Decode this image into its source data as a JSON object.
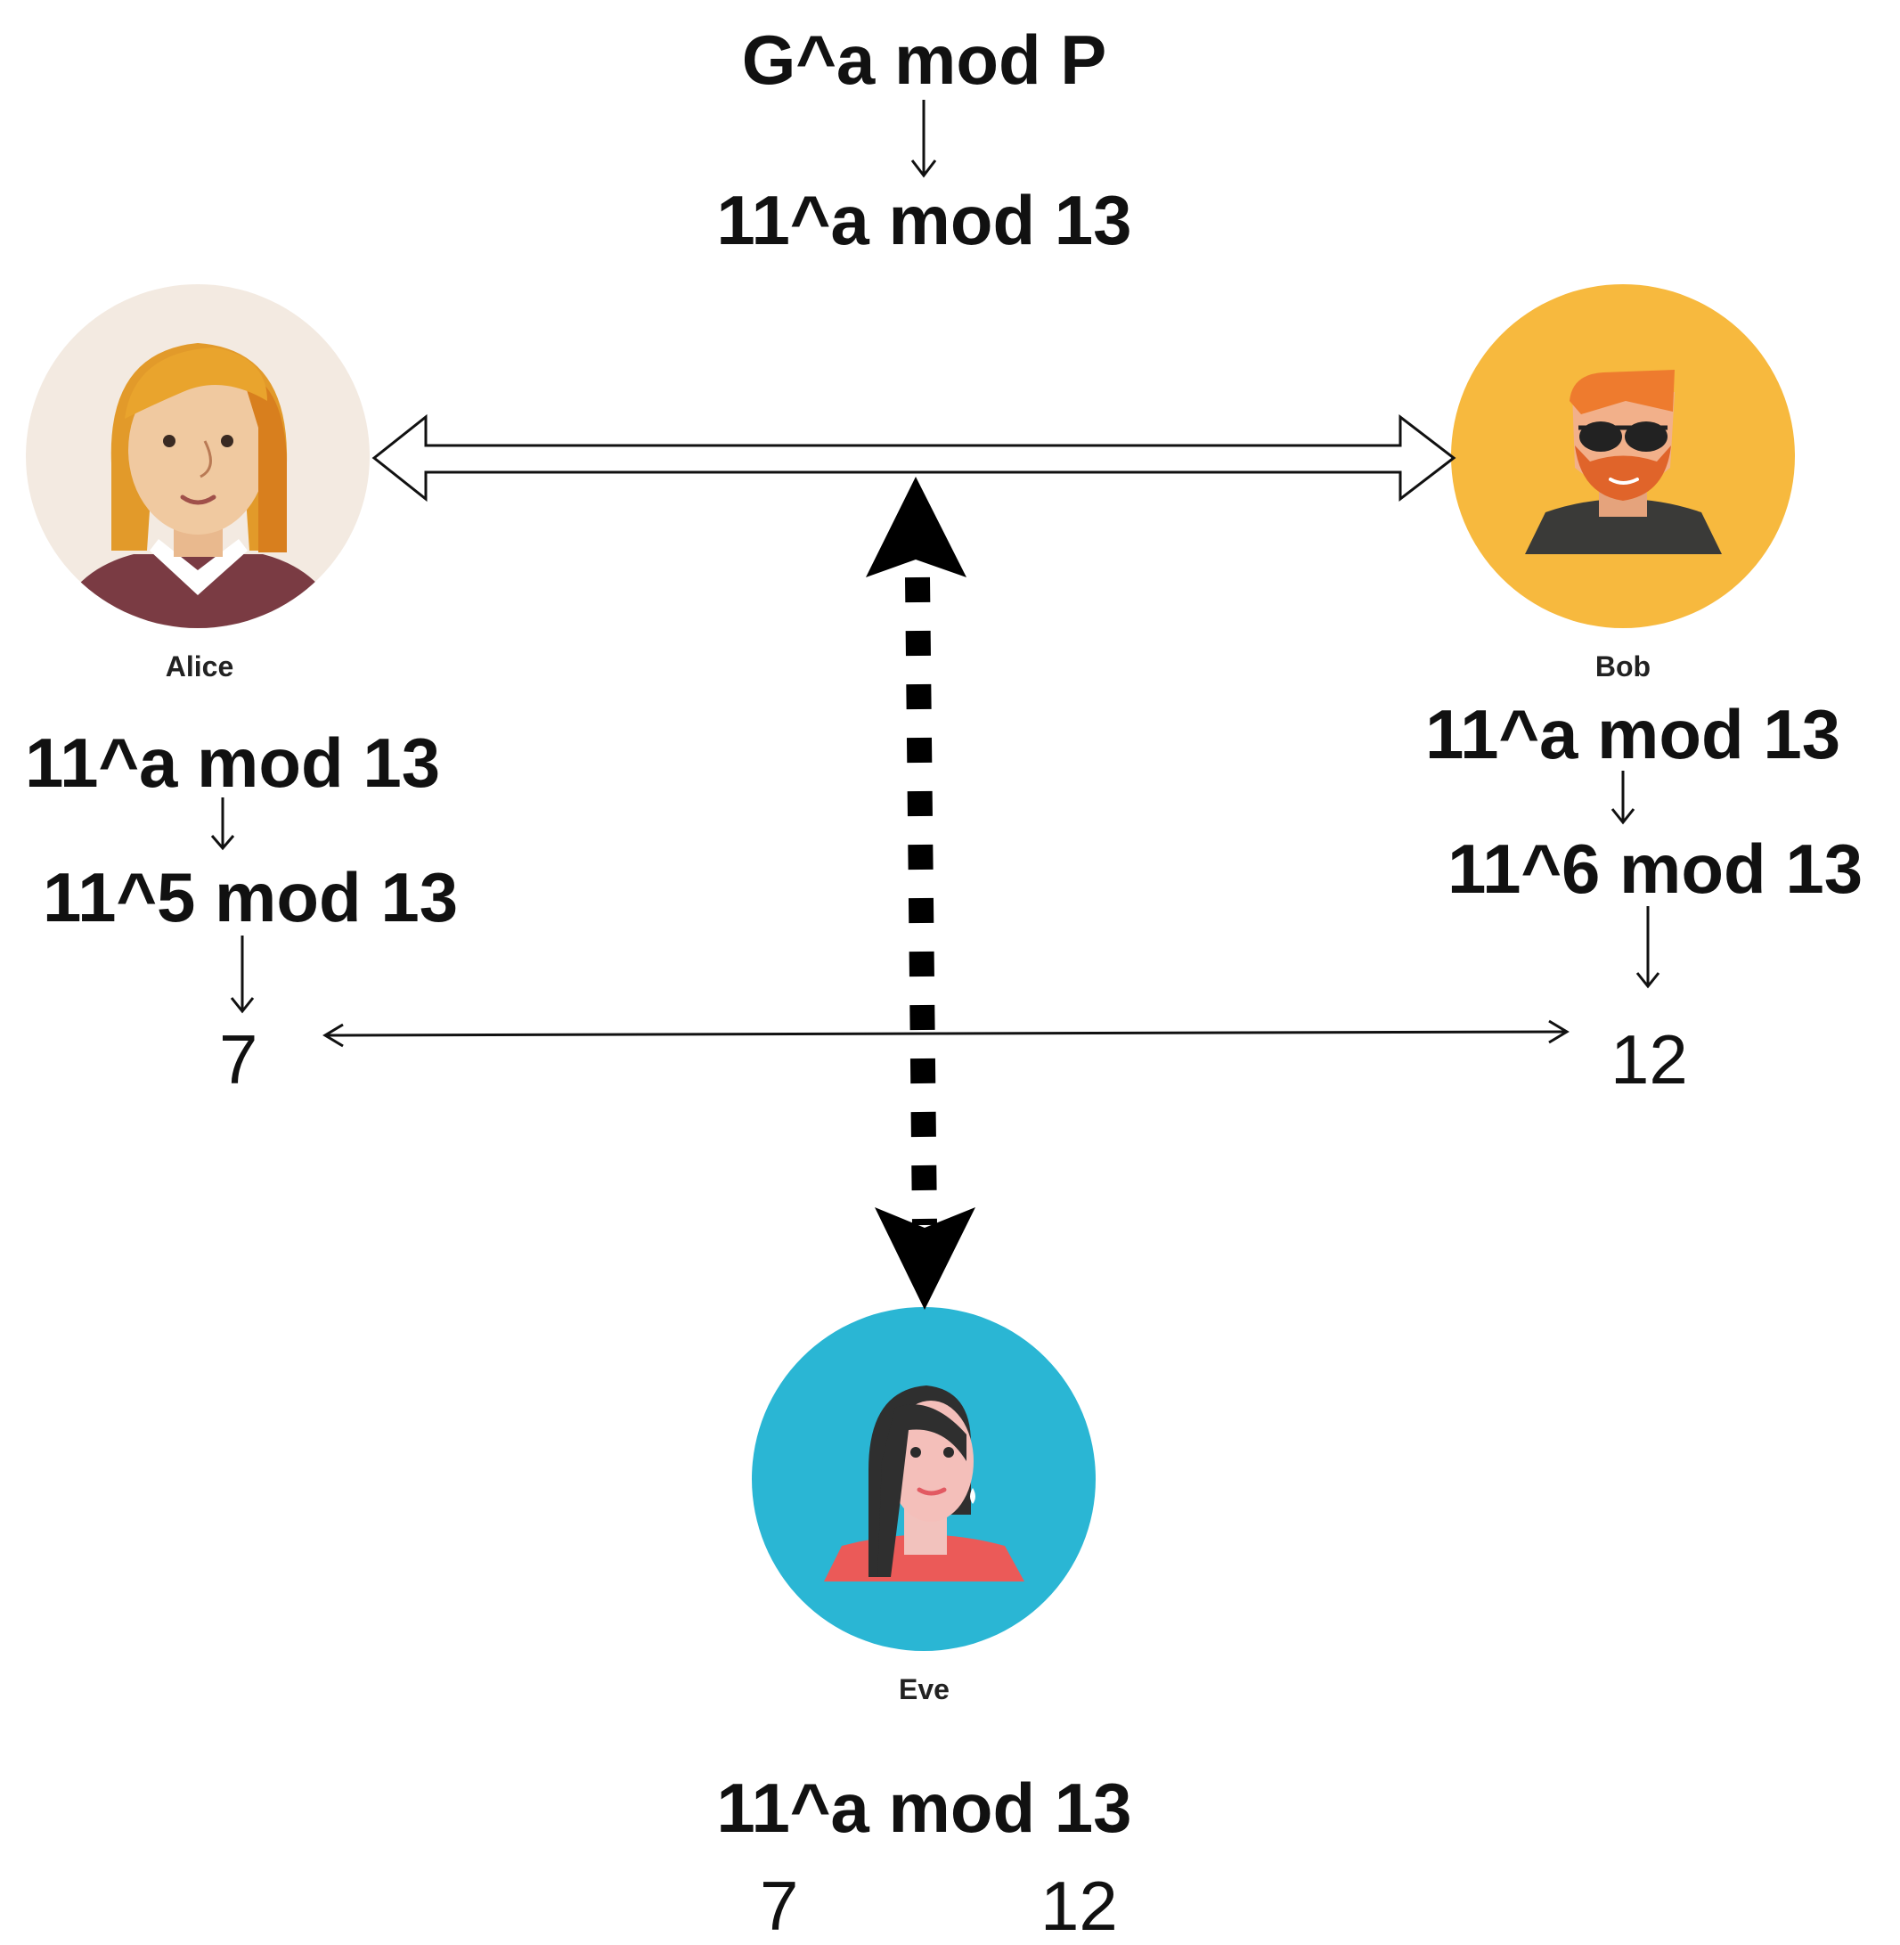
{
  "title": {
    "generic": "G^a mod P",
    "specific": "11^a mod 13"
  },
  "alice": {
    "name": "Alice",
    "formula": "11^a mod 13",
    "formula_exp": "11^5 mod 13",
    "result": "7"
  },
  "bob": {
    "name": "Bob",
    "formula": "11^a mod 13",
    "formula_exp": "11^6 mod 13",
    "result": "12"
  },
  "eve": {
    "name": "Eve",
    "formula": "11^a mod 13",
    "value_a": "7",
    "value_b": "12"
  },
  "colors": {
    "alice_bg": "#F3EAE1",
    "bob_bg": "#F7B93E",
    "eve_bg": "#2AB6D4",
    "line": "#111111"
  }
}
